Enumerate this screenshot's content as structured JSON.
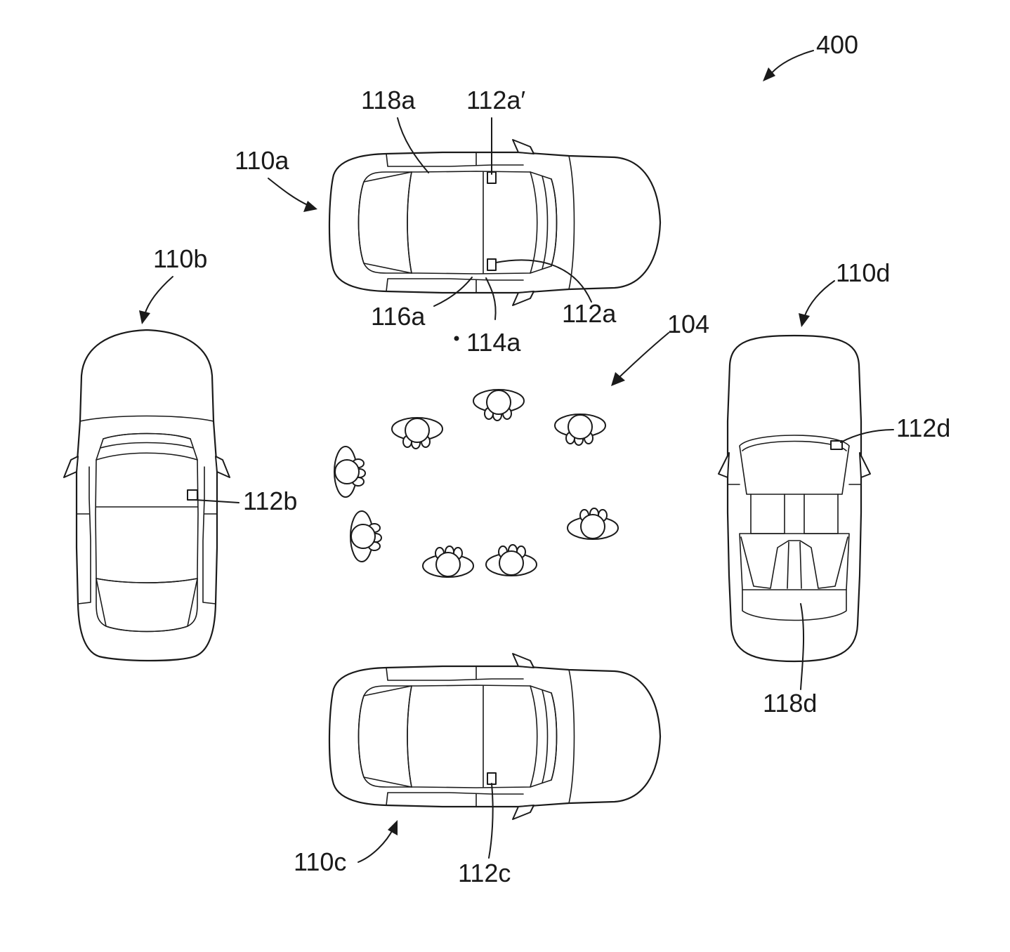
{
  "figure": {
    "ref_400": "400",
    "ref_104": "104",
    "vehicles": {
      "a": "110a",
      "b": "110b",
      "c": "110c",
      "d": "110d"
    },
    "sensors": {
      "a": "112a",
      "a_prime": "112a′",
      "b": "112b",
      "c": "112c",
      "d": "112d"
    },
    "ref_114a": "114a",
    "ref_116a": "116a",
    "ref_118a": "118a",
    "ref_118d": "118d"
  }
}
